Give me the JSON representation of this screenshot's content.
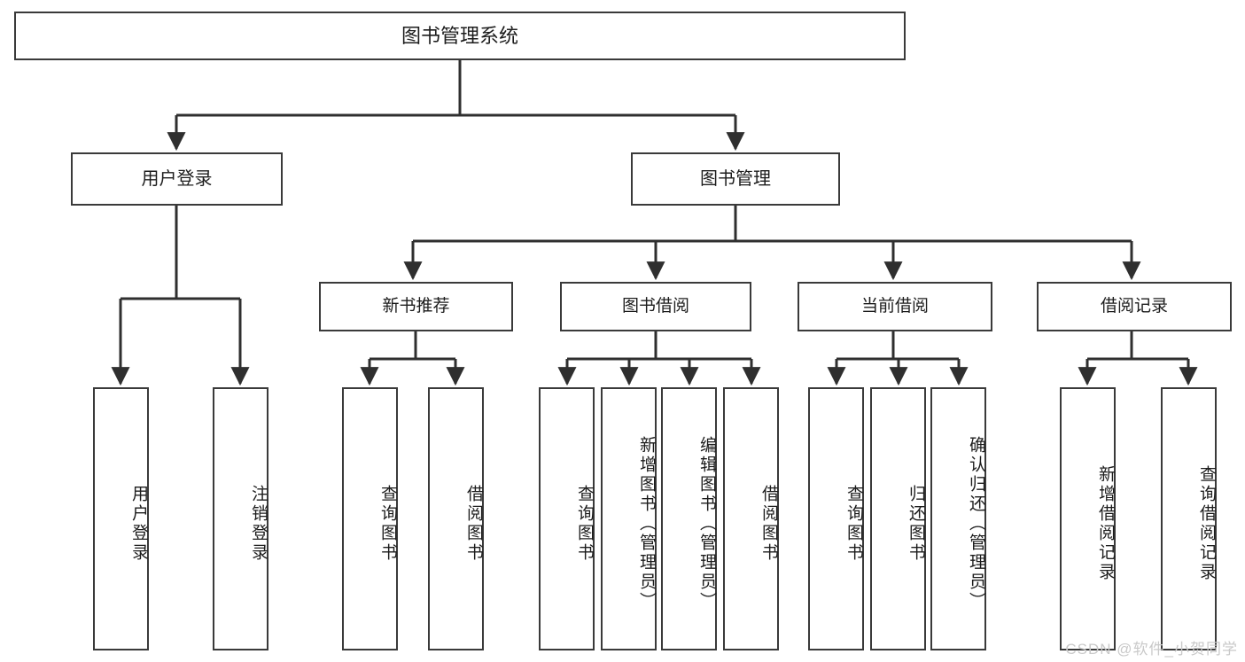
{
  "diagram": {
    "type": "tree",
    "title": "图书管理系统",
    "style": {
      "box_border_color": "#3a3a3a",
      "box_fill_color": "#ffffff",
      "connector_color": "#2f2f2f",
      "text_color": "#1c1c1c",
      "background": "#ffffff"
    },
    "root": {
      "label": "图书管理系统"
    },
    "level1": [
      {
        "label": "用户登录"
      },
      {
        "label": "图书管理"
      }
    ],
    "level2": [
      {
        "label": "新书推荐"
      },
      {
        "label": "图书借阅"
      },
      {
        "label": "当前借阅"
      },
      {
        "label": "借阅记录"
      }
    ],
    "leaves": {
      "user_login": [
        {
          "label": "用户登录"
        },
        {
          "label": "注销登录"
        }
      ],
      "new_book_recommend": [
        {
          "label": "查询图书"
        },
        {
          "label": "借阅图书"
        }
      ],
      "book_borrow": [
        {
          "label": "查询图书"
        },
        {
          "label": "新增图书（管理员）"
        },
        {
          "label": "编辑图书（管理员）"
        },
        {
          "label": "借阅图书"
        }
      ],
      "current_borrow": [
        {
          "label": "查询图书"
        },
        {
          "label": "归还图书"
        },
        {
          "label": "确认归还（管理员）"
        }
      ],
      "borrow_records": [
        {
          "label": "新增借阅记录"
        },
        {
          "label": "查询借阅记录"
        }
      ]
    }
  },
  "watermark": {
    "text": "CSDN @软件_小贺同学"
  }
}
